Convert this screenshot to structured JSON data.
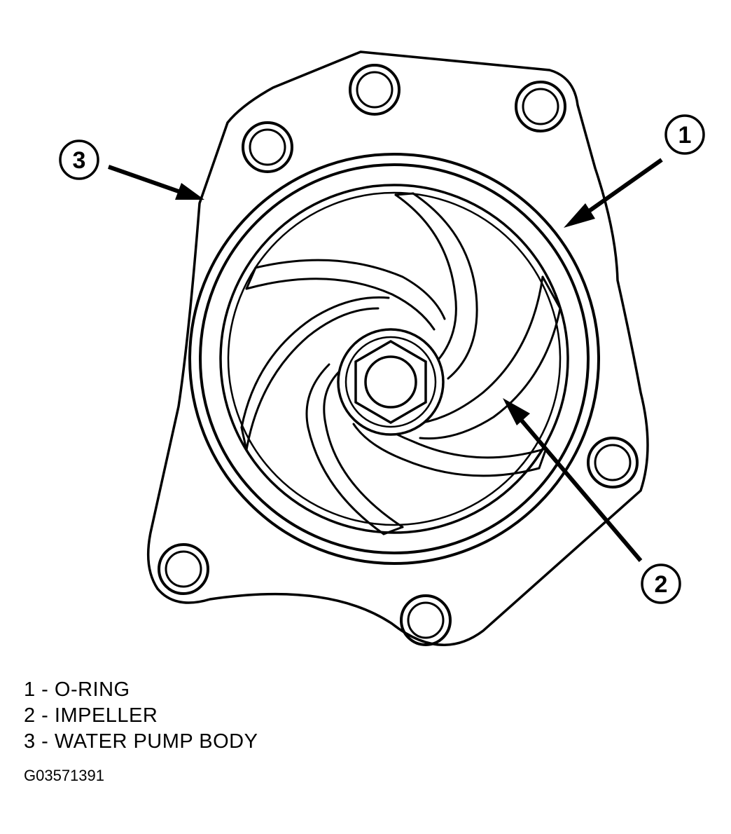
{
  "callouts": {
    "c1": "1",
    "c2": "2",
    "c3": "3"
  },
  "legend": [
    {
      "number": "1",
      "text": "1 - O-RING"
    },
    {
      "number": "2",
      "text": "2 - IMPELLER"
    },
    {
      "number": "3",
      "text": "3 - WATER PUMP BODY"
    }
  ],
  "figure_id": "G03571391"
}
